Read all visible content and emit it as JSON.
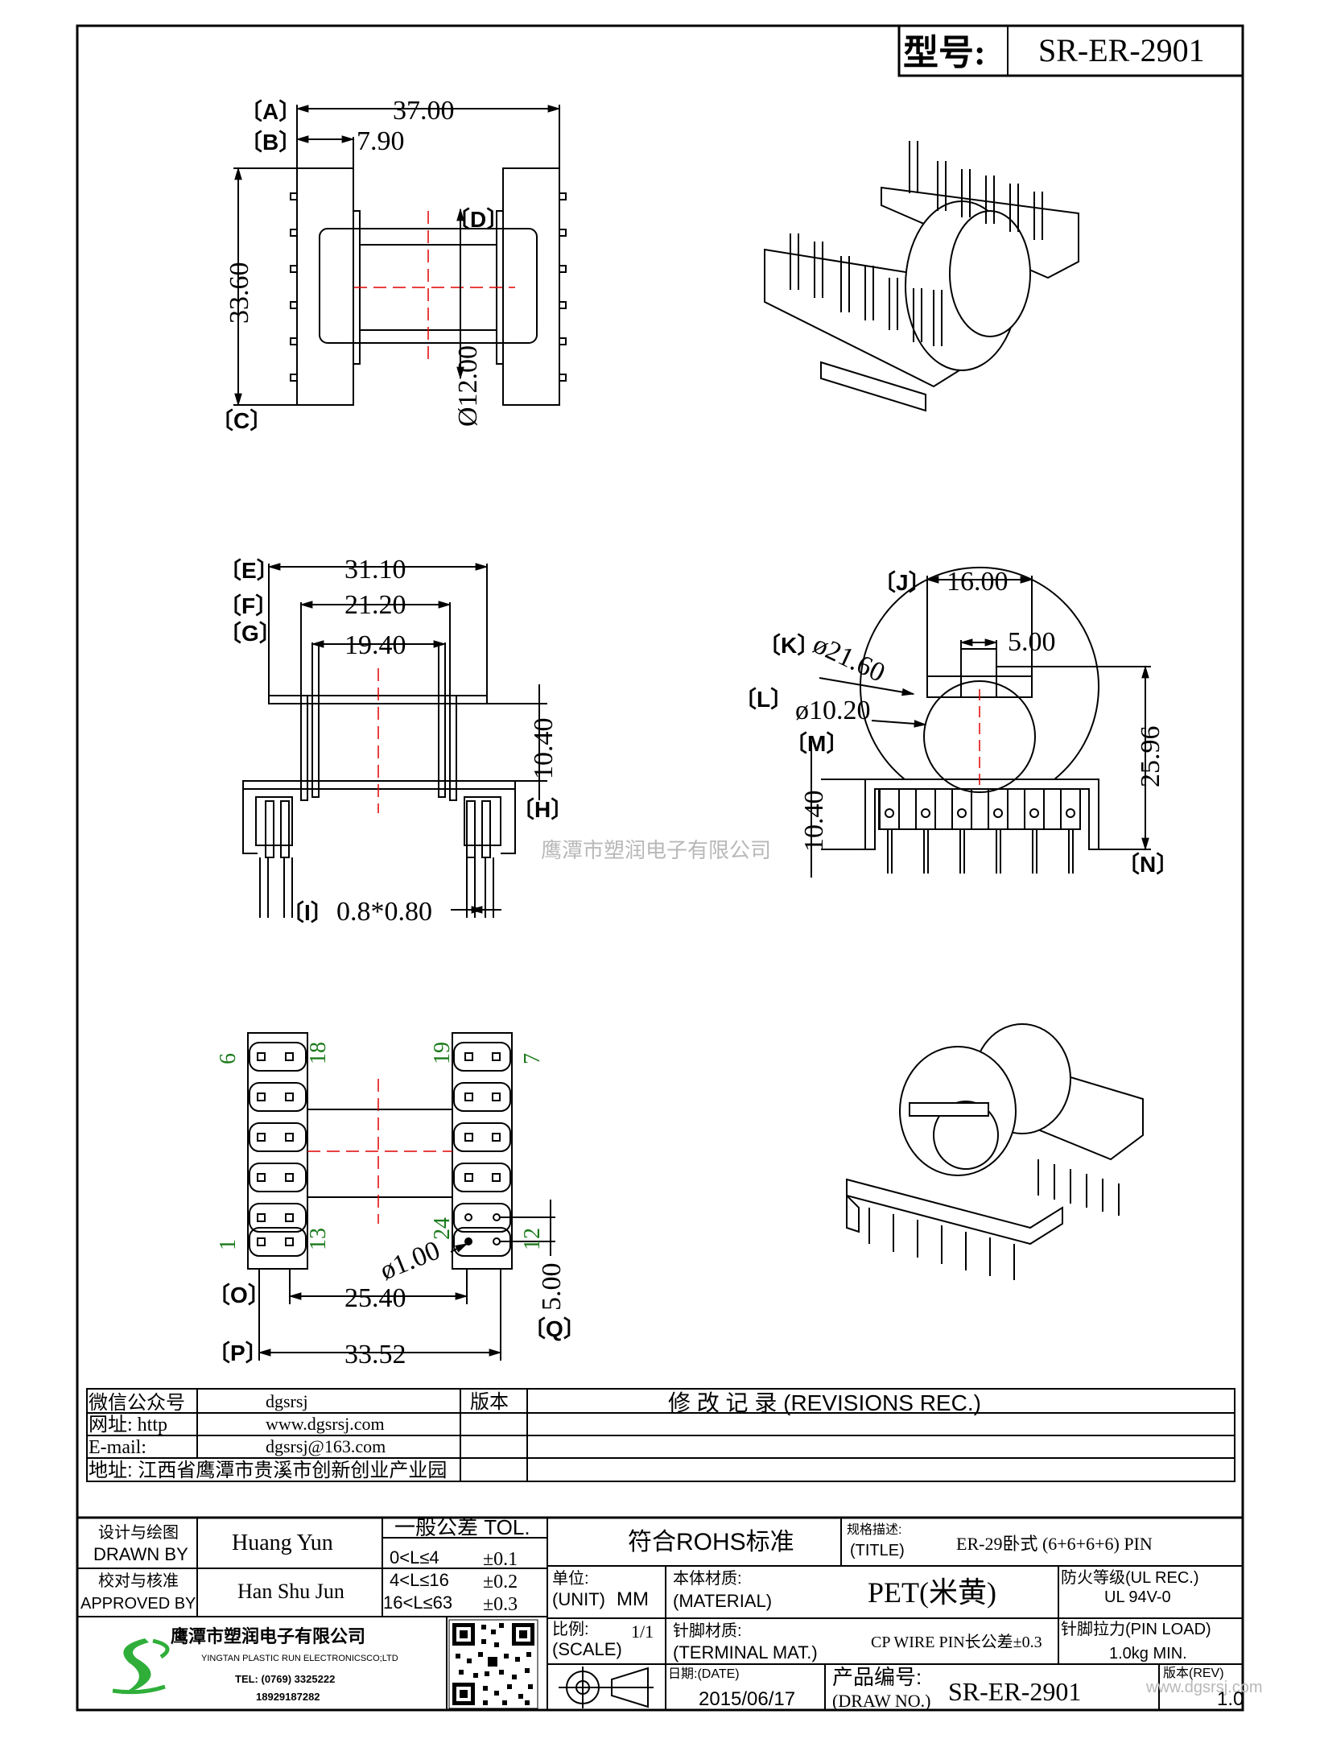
{
  "header": {
    "model_label": "型号:",
    "model_value": "SR-ER-2901"
  },
  "dimensions": {
    "A": {
      "tag": "〔A〕",
      "value": "37.00"
    },
    "B": {
      "tag": "〔B〕",
      "value": "7.90"
    },
    "C": {
      "tag": "〔C〕",
      "value": "33.60"
    },
    "D": {
      "tag": "〔D〕",
      "value": "Ø12.00"
    },
    "E": {
      "tag": "〔E〕",
      "value": "31.10"
    },
    "F": {
      "tag": "〔F〕",
      "value": "21.20"
    },
    "G": {
      "tag": "〔G〕",
      "value": "19.40"
    },
    "H": {
      "tag": "〔H〕",
      "value": "10.40"
    },
    "I": {
      "tag": "〔I〕",
      "value": "0.8*0.80"
    },
    "J": {
      "tag": "〔J〕",
      "value": "16.00"
    },
    "K": {
      "tag": "〔K〕",
      "value": "ø21.60"
    },
    "L": {
      "tag": "〔L〕",
      "value": "ø10.20"
    },
    "M": {
      "tag": "〔M〕",
      "value": "10.40"
    },
    "N": {
      "tag": "〔N〕",
      "value": "25.96"
    },
    "N2": {
      "value": "5.00"
    },
    "O": {
      "tag": "〔O〕",
      "value": "25.40"
    },
    "P": {
      "tag": "〔P〕",
      "value": "33.52"
    },
    "Q": {
      "tag": "〔Q〕",
      "value": "5.00"
    },
    "pin_dia": {
      "value": "ø1.00"
    }
  },
  "pin_numbers": {
    "p6": "6",
    "p18": "18",
    "p19": "19",
    "p7": "7",
    "p1": "1",
    "p13": "13",
    "p24": "24",
    "p12": "12"
  },
  "watermark": "鹰潭市塑润电子有限公司",
  "info": {
    "wechat_label": "微信公众号",
    "wechat_value": "dgsrsj",
    "web_label": "网址: http",
    "web_value": "www.dgsrsj.com",
    "email_label": "E-mail:",
    "email_value": "dgsrsj@163.com",
    "address": "地址: 江西省鹰潭市贵溪市创新创业产业园",
    "version_label": "版本",
    "revisions_label": "修 改 记 录  (REVISIONS REC.)"
  },
  "titleblock": {
    "drawn_cn": "设计与绘图",
    "drawn_en": "DRAWN BY",
    "drawn_name": "Huang Yun",
    "approved_cn": "校对与核准",
    "approved_en": "APPROVED BY",
    "approved_name": "Han Shu Jun",
    "tol_label": "一般公差 TOL.",
    "tol1": "0<L≤4",
    "tol1_val": "±0.1",
    "tol2": "4<L≤16",
    "tol2_val": "±0.2",
    "tol3": "16<L≤63",
    "tol3_val": "±0.3",
    "rohs": "符合ROHS标准",
    "title_cn": "规格描述:",
    "title_en": "(TITLE)",
    "title_value": "ER-29卧式 (6+6+6+6) PIN",
    "unit_cn": "单位:",
    "unit_en": "(UNIT)",
    "unit_value": "MM",
    "material_cn": "本体材质:",
    "material_en": "(MATERIAL)",
    "material_value": "PET(米黄)",
    "fire_cn": "防火等级(UL REC.)",
    "fire_value": "UL 94V-0",
    "scale_cn": "比例:",
    "scale_en": "(SCALE)",
    "scale_value": "1/1",
    "terminal_cn": "针脚材质:",
    "terminal_en": "(TERMINAL MAT.)",
    "terminal_value": "CP WIRE  PIN长公差±0.3",
    "pinload_cn": "针脚拉力(PIN LOAD)",
    "pinload_value": "1.0kg MIN.",
    "date_label": "日期:(DATE)",
    "date_value": "2015/06/17",
    "drawno_cn": "产品编号:",
    "drawno_en": "(DRAW NO.)",
    "drawno_value": "SR-ER-2901",
    "rev_label": "版本(REV)",
    "rev_value": "1.0",
    "company_cn": "鹰潭市塑润电子有限公司",
    "company_en": "YINGTAN PLASTIC RUN ELECTRONICSCO;LTD",
    "tel": "TEL: (0769) 3325222",
    "mobile": "18929187282",
    "site_watermark": "www.dgsrsj.com"
  }
}
